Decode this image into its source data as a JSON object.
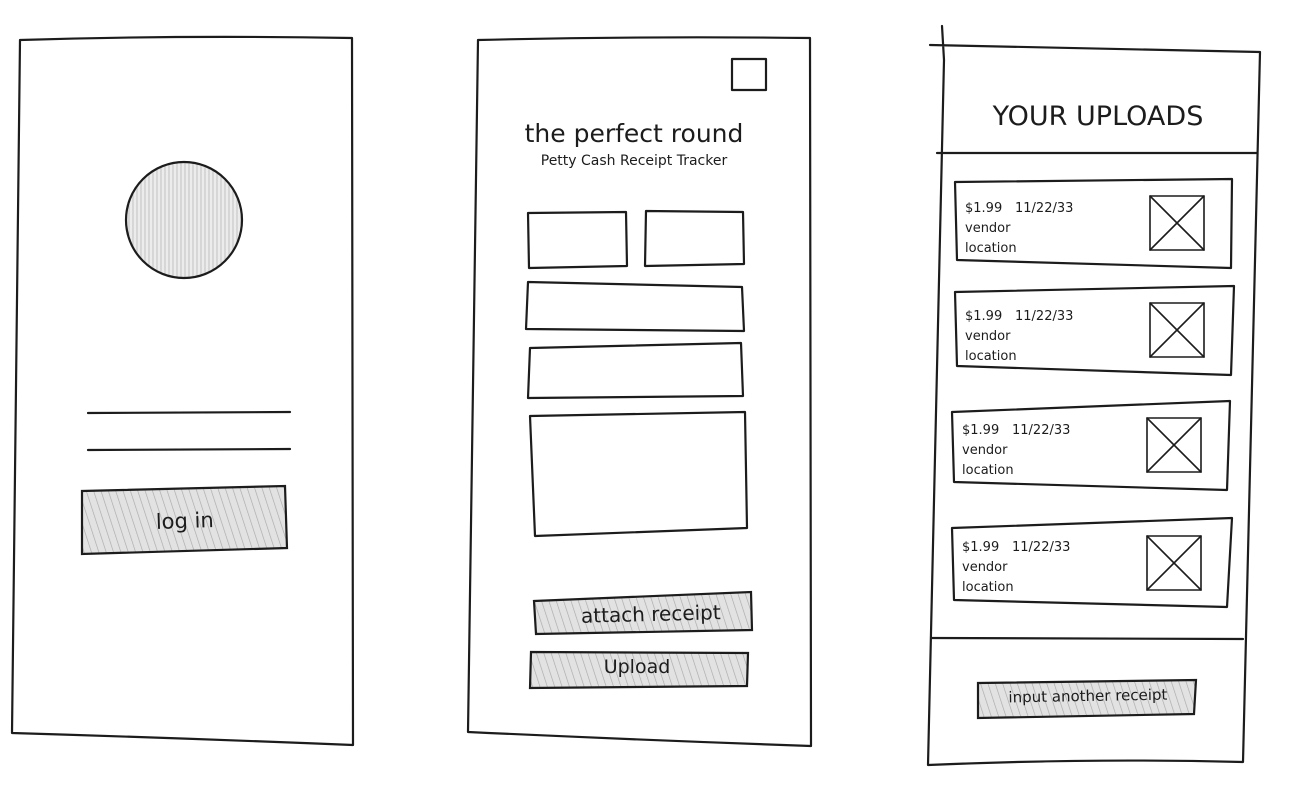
{
  "login_screen": {
    "button_label": "log in"
  },
  "form_screen": {
    "title": "the perfect round",
    "subtitle": "Petty Cash Receipt Tracker",
    "attach_label": "attach receipt",
    "upload_label": "Upload"
  },
  "uploads_screen": {
    "heading": "YOUR UPLOADS",
    "items": [
      {
        "amount": "$1.99",
        "date": "11/22/33",
        "vendor": "vendor",
        "location": "location"
      },
      {
        "amount": "$1.99",
        "date": "11/22/33",
        "vendor": "vendor",
        "location": "location"
      },
      {
        "amount": "$1.99",
        "date": "11/22/33",
        "vendor": "vendor",
        "location": "location"
      },
      {
        "amount": "$1.99",
        "date": "11/22/33",
        "vendor": "vendor",
        "location": "location"
      }
    ],
    "input_another_label": "input another receipt"
  },
  "colors": {
    "ink": "#1c1c1c",
    "shading": "#d9d9d9",
    "paper": "#ffffff"
  }
}
